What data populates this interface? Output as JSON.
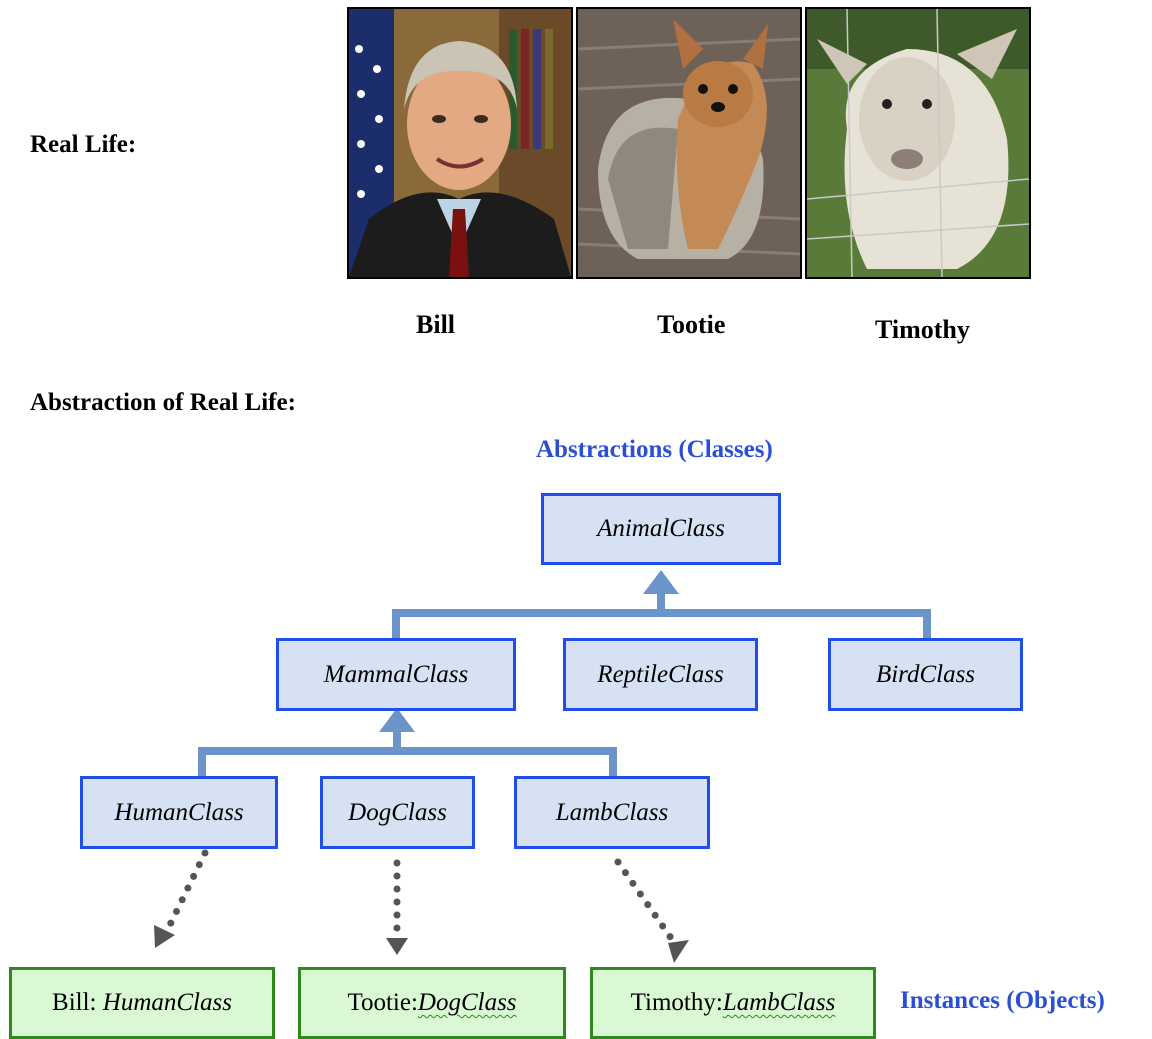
{
  "real_life_label": "Real Life:",
  "photos": [
    {
      "caption": "Bill"
    },
    {
      "caption": "Tootie"
    },
    {
      "caption": "Timothy"
    }
  ],
  "abstraction_label": "Abstraction of Real Life:",
  "abstractions_title": "Abstractions (Classes)",
  "instances_title": "Instances (Objects)",
  "classes": {
    "animal": "AnimalClass",
    "mammal": "MammalClass",
    "reptile": "ReptileClass",
    "bird": "BirdClass",
    "human": "HumanClass",
    "dog": "DogClass",
    "lamb": "LambClass"
  },
  "objects": [
    {
      "name": "Bill: ",
      "cls": "HumanClass"
    },
    {
      "name": "Tootie:",
      "cls": "DogClass"
    },
    {
      "name": "Timothy:",
      "cls": "LambClass"
    }
  ],
  "colors": {
    "class_border": "#1f4fe8",
    "class_fill": "#d6e2f3",
    "object_border": "#2f8a1e",
    "object_fill": "#d9f8d3",
    "connector": "#6b95c9",
    "dotted_arrow": "#555555",
    "title_blue": "#2a4fd6"
  }
}
